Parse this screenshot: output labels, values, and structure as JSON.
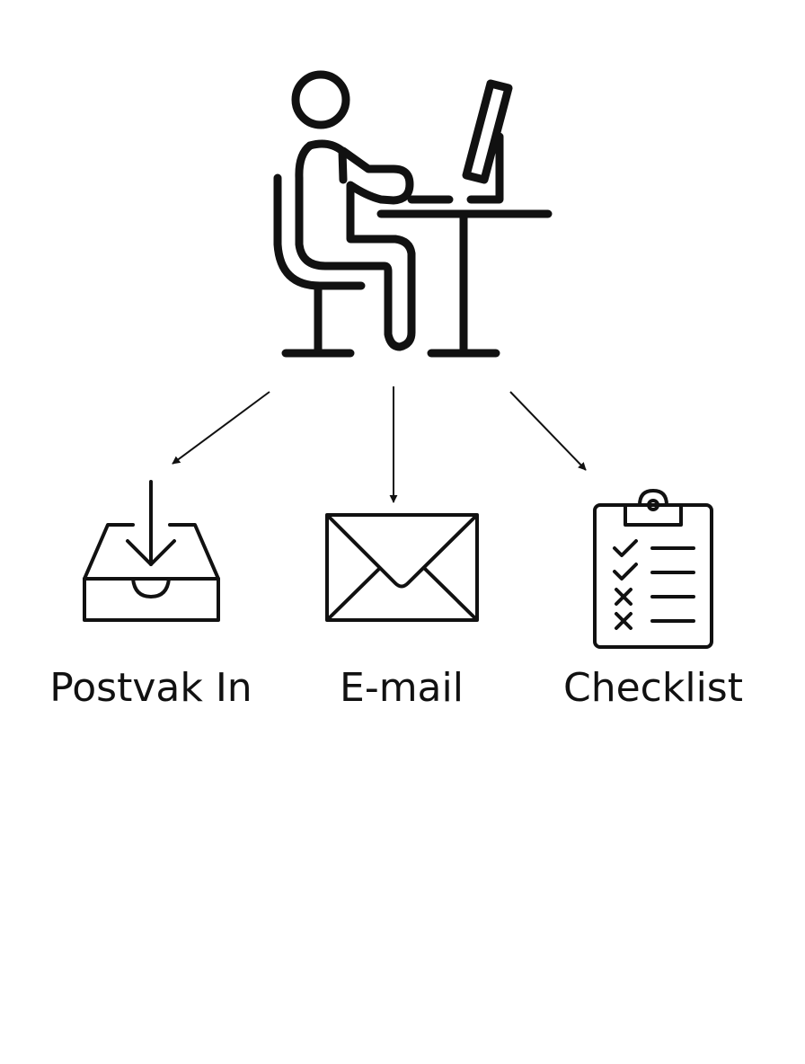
{
  "colors": {
    "ink": "#111111",
    "background": "#ffffff"
  },
  "top_node": {
    "icon": "person-at-desk-computer-icon"
  },
  "nodes": [
    {
      "icon": "inbox-tray-icon",
      "label": "Postvak In"
    },
    {
      "icon": "envelope-icon",
      "label": "E-mail"
    },
    {
      "icon": "clipboard-checklist-icon",
      "label": "Checklist"
    }
  ]
}
